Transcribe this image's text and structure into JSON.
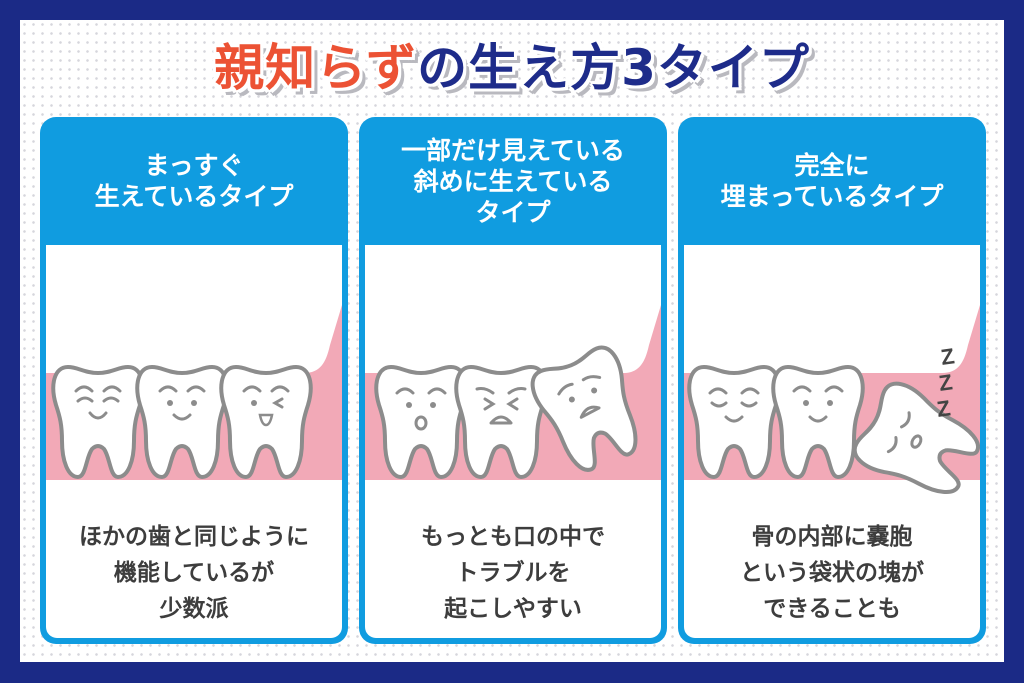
{
  "title": {
    "part_accent": "親知らず",
    "part_main": "の生え方3タイプ",
    "accent_color": "#ec5234",
    "main_color": "#1e2c8a"
  },
  "colors": {
    "frame": "#1b2a86",
    "card": "#109ce0",
    "gum": "#f2a9b7",
    "tooth_outline": "#8c8c8c",
    "body_text": "#3d3d3d"
  },
  "cards": [
    {
      "heading": [
        "まっすぐ",
        "生えているタイプ"
      ],
      "illustration": "three-upright-teeth-smiling",
      "description": [
        "ほかの歯と同じように",
        "機能しているが",
        "少数派"
      ]
    },
    {
      "heading": [
        "一部だけ見えている",
        "斜めに生えている",
        "タイプ"
      ],
      "illustration": "tilted-wisdom-tooth-pushing-neighbors",
      "description": [
        "もっとも口の中で",
        "トラブルを",
        "起こしやすい"
      ]
    },
    {
      "heading": [
        "完全に",
        "埋まっているタイプ"
      ],
      "illustration": "sleeping-tooth-buried-in-gum",
      "sleep_text": "ZZZ",
      "description": [
        "骨の内部に嚢胞",
        "という袋状の塊が",
        "できることも"
      ]
    }
  ]
}
